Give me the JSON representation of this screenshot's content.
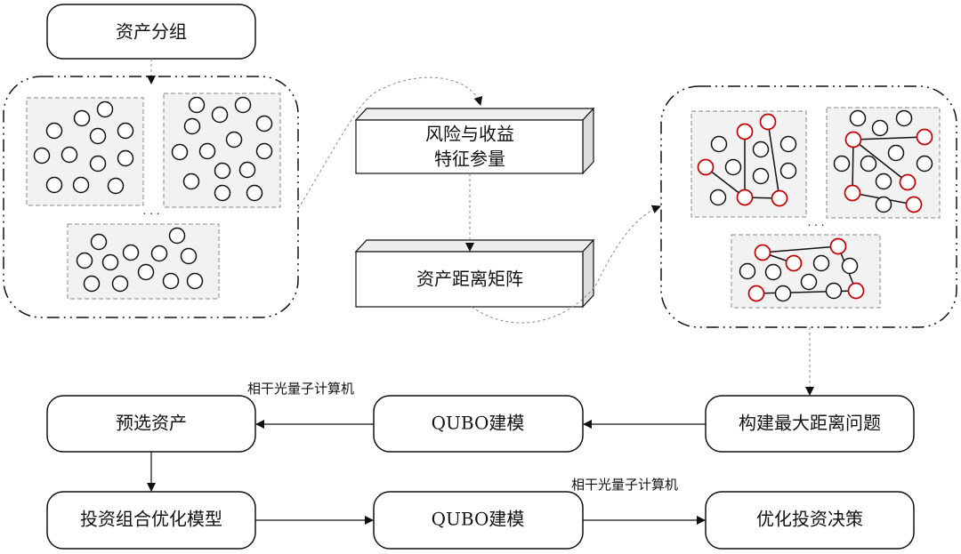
{
  "nodes": {
    "asset_grouping": "资产分组",
    "risk_return_features_line1": "风险与收益",
    "risk_return_features_line2": "特征参量",
    "asset_distance_matrix": "资产距离矩阵",
    "build_max_distance_problem": "构建最大距离问题",
    "qubo_modeling_1": "QUBO建模",
    "preselect_assets": "预选资产",
    "portfolio_optimization_model": "投资组合优化模型",
    "qubo_modeling_2": "QUBO建模",
    "optimize_investment_decision": "优化投资决策"
  },
  "annotations": {
    "coherent_optical_qc_1": "相干光量子计算机",
    "coherent_optical_qc_2": "相干光量子计算机"
  },
  "ellipsis": "· · ·",
  "colors": {
    "stroke": "#111111",
    "selected_asset": "#c00000",
    "group_fill": "#f2f2f2",
    "group_border": "#888888"
  }
}
